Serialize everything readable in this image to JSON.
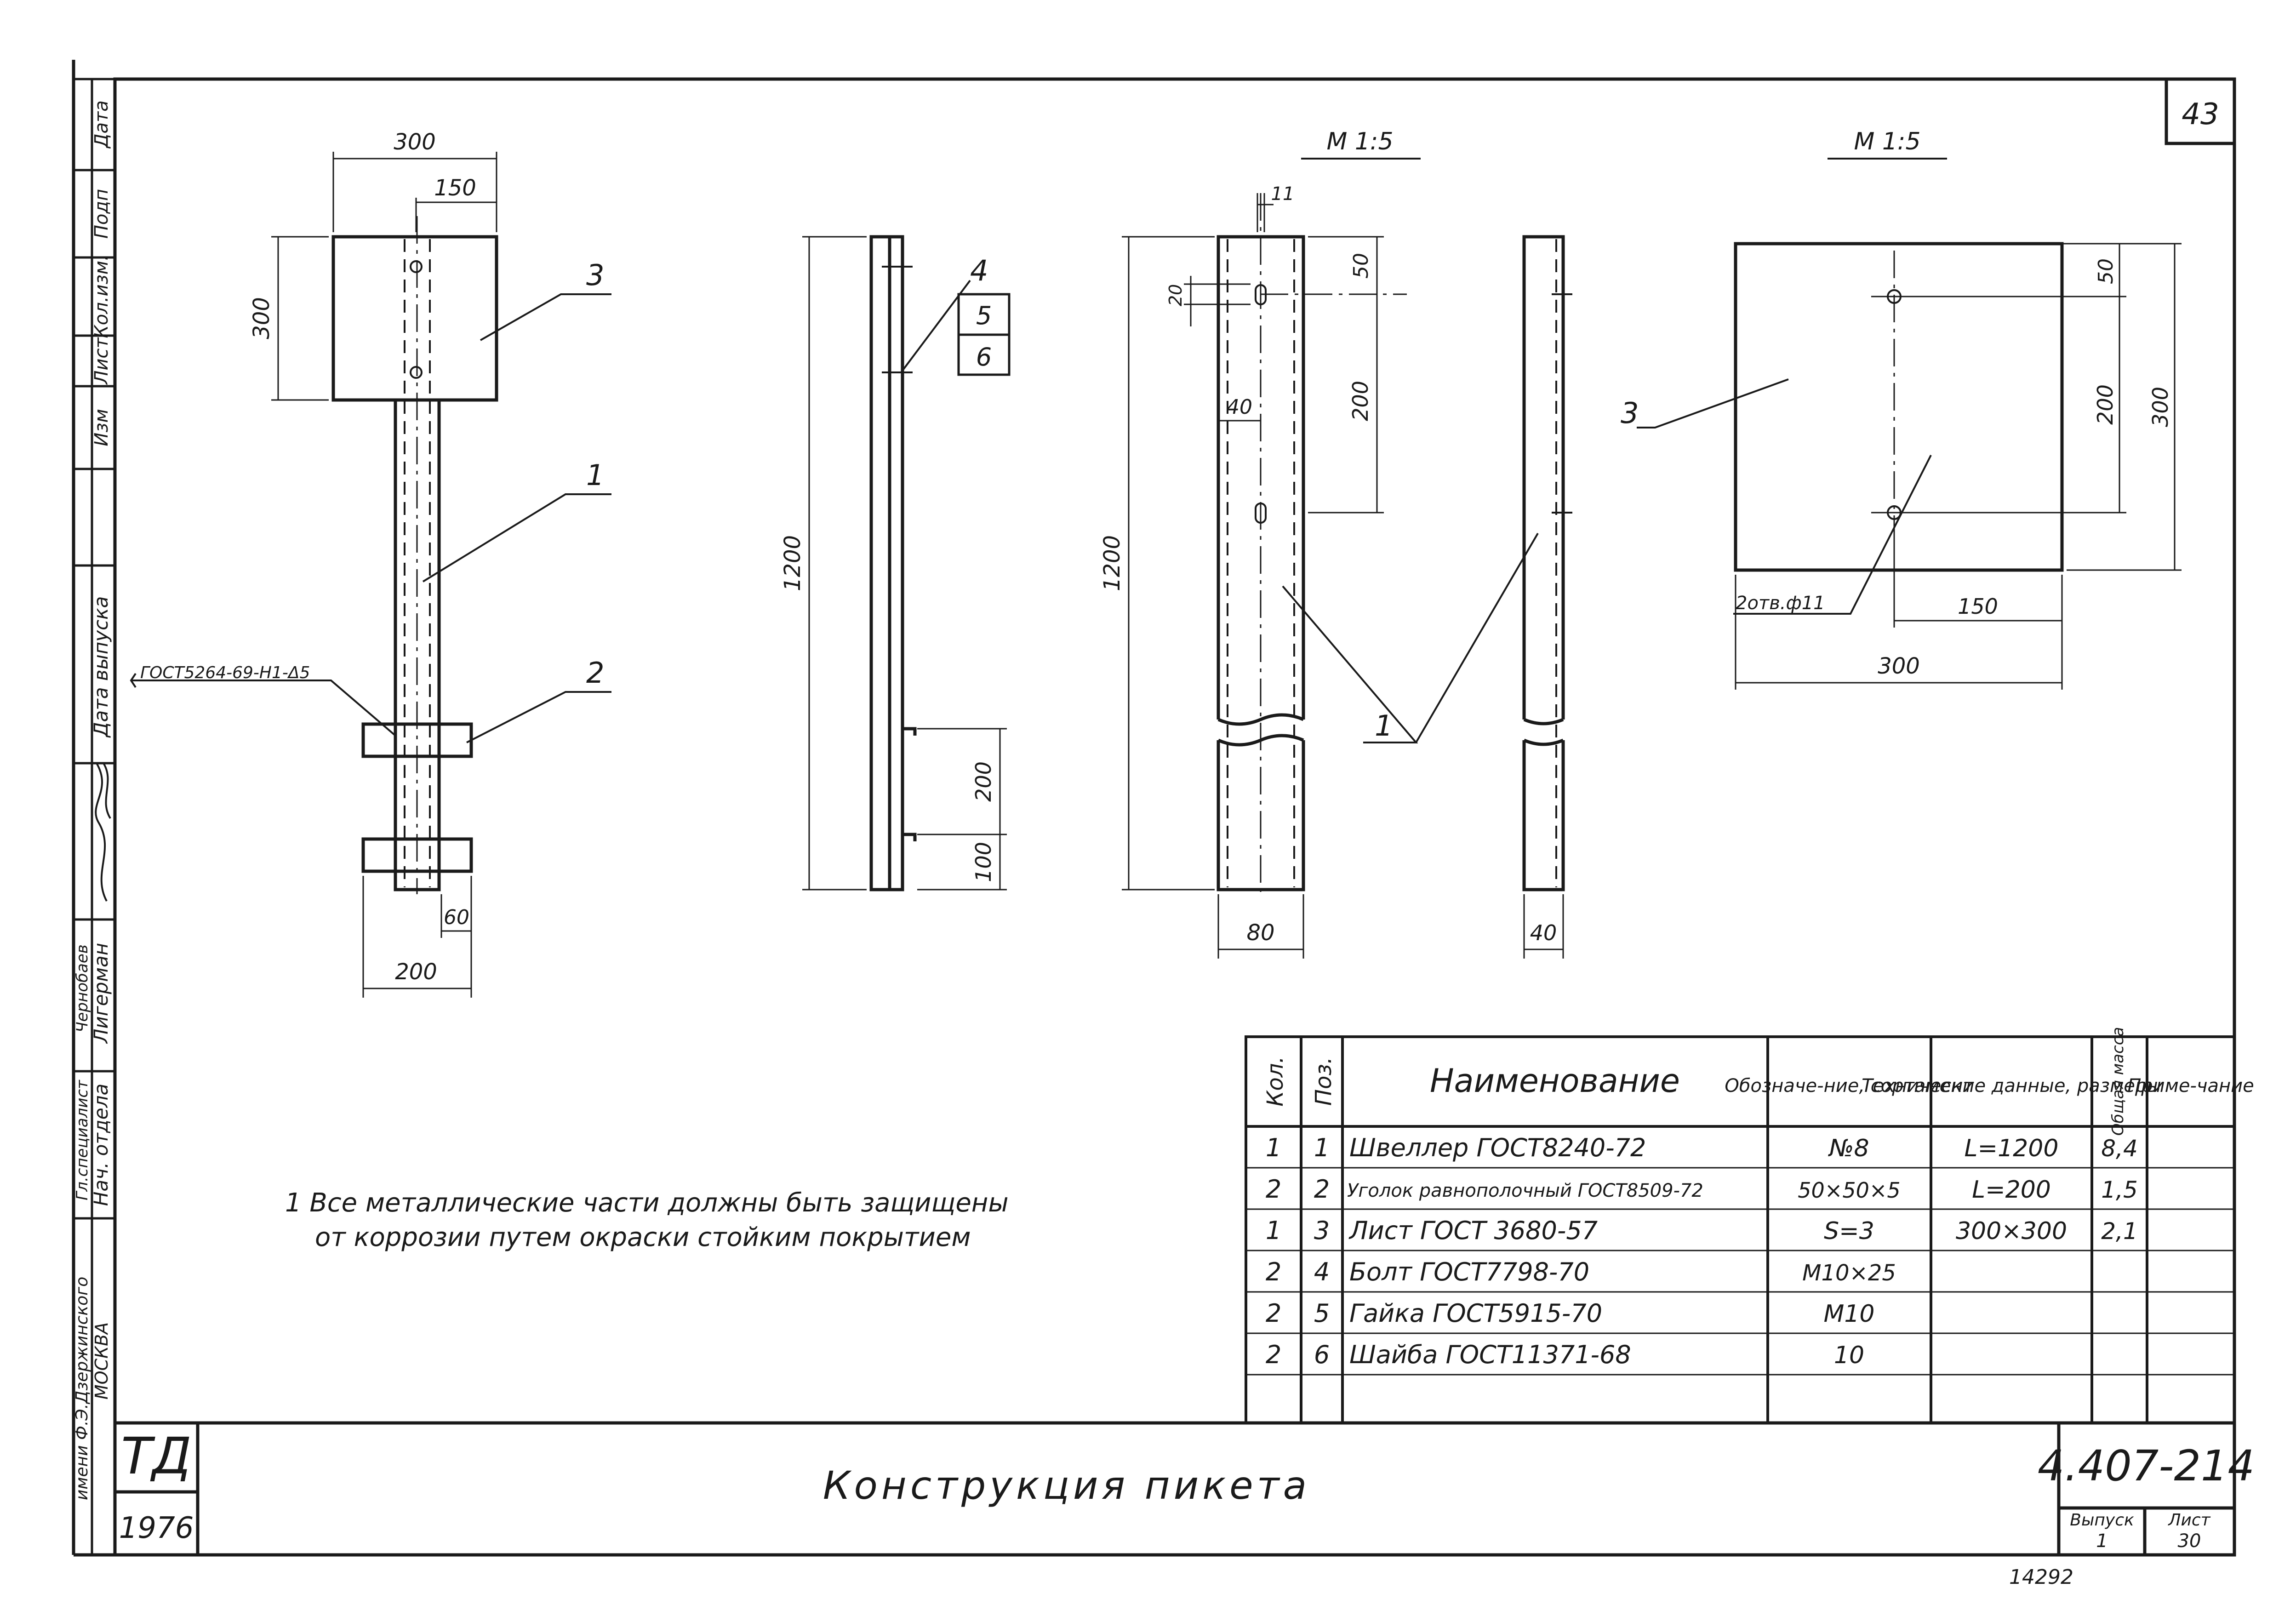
{
  "sheet": {
    "page_number": "43",
    "title": "Конструкция пикета",
    "designation": "4.407-214",
    "org_code": "ТД",
    "year": "1976",
    "issue_label": "Выпуск",
    "issue_value": "1",
    "sheet_label": "Лист",
    "sheet_value": "30",
    "archive_number": "14292"
  },
  "side_stamp": {
    "cells": [
      "Дата",
      "Подп",
      "Кол.изм.",
      "Лист",
      "Изм"
    ],
    "release_date_label": "Дата выпуска",
    "people": [
      {
        "role": "Гл.специалист",
        "name": "Чернобаев"
      },
      {
        "role": "Нач. отдела",
        "name": "Лигерман"
      }
    ],
    "institute": "имени Ф.Э.Дзержинского",
    "city": "МОСКВА"
  },
  "drawing": {
    "scale_labels": [
      "М 1:5",
      "М 1:5"
    ],
    "dimensions": {
      "plate_width": "300",
      "plate_half": "150",
      "plate_height": "300",
      "base_width": "200",
      "base_small": "60",
      "post_height": "1200",
      "angle_spacing": "200",
      "angle_bottom": "100",
      "channel_height": "1200",
      "hole_width": "11",
      "hole_length": "20",
      "hole_offset": "40",
      "hole_top": "50",
      "hole_spacing": "200",
      "channel_width": "80",
      "channel_depth": "40",
      "sheet_top": "50",
      "sheet_spacing": "200",
      "sheet_height": "300",
      "sheet_half": "150",
      "sheet_width": "300"
    },
    "weld_note": "ГОСТ5264-69-Н1-Δ5",
    "holes_note": "2отв.ф11",
    "position_markers": [
      "1",
      "2",
      "3",
      "4",
      "5",
      "6"
    ]
  },
  "note": {
    "line1": "1 Все металлические части должны быть защищены",
    "line2": "от коррозии путем окраски стойким покрытием"
  },
  "spec_table": {
    "headers": {
      "qty": "Кол.",
      "pos": "Поз.",
      "name": "Наименование",
      "designation": "Обозначе-ние, сортамент",
      "tech": "Технические данные, размеры",
      "mass": "Общая масса",
      "remark": "Приме-чание"
    },
    "rows": [
      {
        "qty": "1",
        "pos": "1",
        "name": "Швеллер ГОСТ8240-72",
        "designation": "№8",
        "tech": "L=1200",
        "mass": "8,4",
        "remark": ""
      },
      {
        "qty": "2",
        "pos": "2",
        "name": "Уголок равнополочный ГОСТ8509-72",
        "designation": "50×50×5",
        "tech": "L=200",
        "mass": "1,5",
        "remark": ""
      },
      {
        "qty": "1",
        "pos": "3",
        "name": "Лист ГОСТ 3680-57",
        "designation": "S=3",
        "tech": "300×300",
        "mass": "2,1",
        "remark": ""
      },
      {
        "qty": "2",
        "pos": "4",
        "name": "Болт ГОСТ7798-70",
        "designation": "М10×25",
        "tech": "",
        "mass": "",
        "remark": ""
      },
      {
        "qty": "2",
        "pos": "5",
        "name": "Гайка ГОСТ5915-70",
        "designation": "М10",
        "tech": "",
        "mass": "",
        "remark": ""
      },
      {
        "qty": "2",
        "pos": "6",
        "name": "Шайба ГОСТ11371-68",
        "designation": "10",
        "tech": "",
        "mass": "",
        "remark": ""
      }
    ]
  }
}
